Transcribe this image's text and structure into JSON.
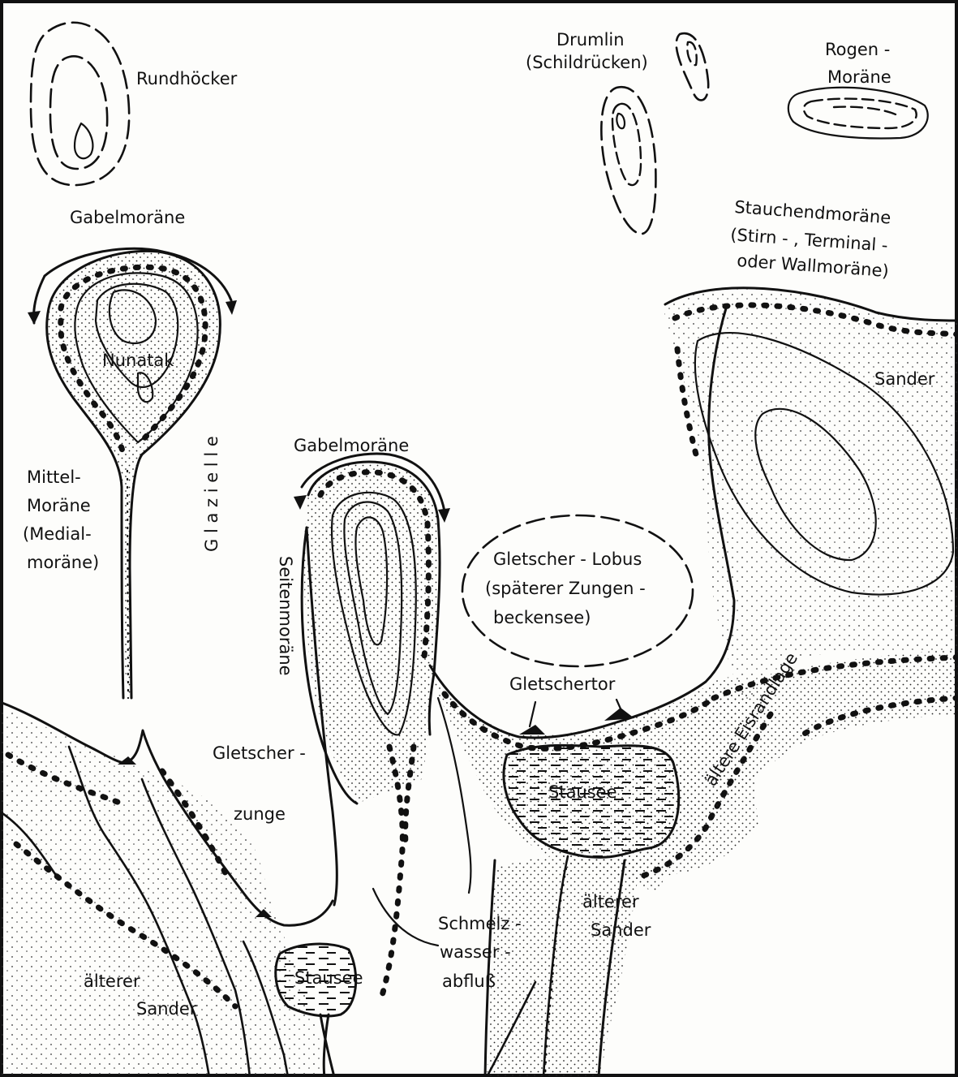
{
  "labels": {
    "rundhoecker": "Rundhöcker",
    "drumlin_1": "Drumlin",
    "drumlin_2": "(Schildrücken)",
    "rogen_1": "Rogen -",
    "rogen_2": "Moräne",
    "gabel_top": "Gabelmoräne",
    "nunatak": "Nunatak",
    "stauch_1": "Stauchendmoräne",
    "stauch_2": "(Stirn - , Terminal -",
    "stauch_3": "oder Wallmoräne)",
    "sander_right": "Sander",
    "mittel_1": "Mittel-",
    "mittel_2": "Moräne",
    "mittel_3": "(Medial-",
    "mittel_4": "moräne)",
    "glazielle": "G l a z i e l l e",
    "gabel_mid": "Gabelmoräne",
    "seiten": "Seitenmoräne",
    "lobus_1": "Gletscher - Lobus",
    "lobus_2": "(späterer Zungen -",
    "lobus_3": "beckensee)",
    "eisrand": "ältere Eisrandlage",
    "gletschertor": "Gletschertor",
    "stausee_right": "Stausee",
    "zunge_1": "Gletscher -",
    "zunge_2": "zunge",
    "aelterer_sander_mid_1": "älterer",
    "aelterer_sander_mid_2": "Sander",
    "schmelz_1": "Schmelz -",
    "schmelz_2": "wasser -",
    "schmelz_3": "abfluß",
    "stausee_left": "Stausee",
    "aelterer_sander_left_1": "älterer",
    "aelterer_sander_left_2": "Sander"
  }
}
